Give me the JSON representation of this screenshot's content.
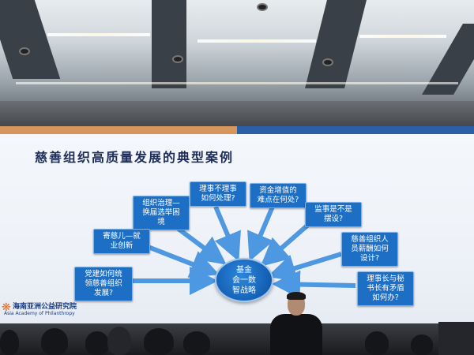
{
  "slide": {
    "title": "慈善组织高质量发展的典型案例",
    "center": "基金\n会一数\n智战略",
    "nodes": [
      {
        "id": "n1",
        "text": "组织治理—\n换届选举困\n境"
      },
      {
        "id": "n2",
        "text": "理事不理事\n如何处理?"
      },
      {
        "id": "n3",
        "text": "资金增值的\n难点在何处?"
      },
      {
        "id": "n4",
        "text": "监事是不是\n摆设?"
      },
      {
        "id": "n5",
        "text": "慈善组织人\n员薪酬如何\n设计?"
      },
      {
        "id": "n6",
        "text": "理事长与秘\n书长有矛盾\n如何办?"
      },
      {
        "id": "n7",
        "text": "寄慈儿—就\n业创新"
      },
      {
        "id": "n8",
        "text": "党建如何统\n领慈善组织\n发展?"
      }
    ]
  },
  "logo": {
    "name_cn": "海南亚洲公益研究院",
    "name_en": "Asia Academy of Philanthropy"
  },
  "colors": {
    "node_blue": "#1d6fc5",
    "arrow_blue": "#3d8fe0",
    "title_navy": "#1c2c57",
    "logo_orange": "#e3722a"
  }
}
